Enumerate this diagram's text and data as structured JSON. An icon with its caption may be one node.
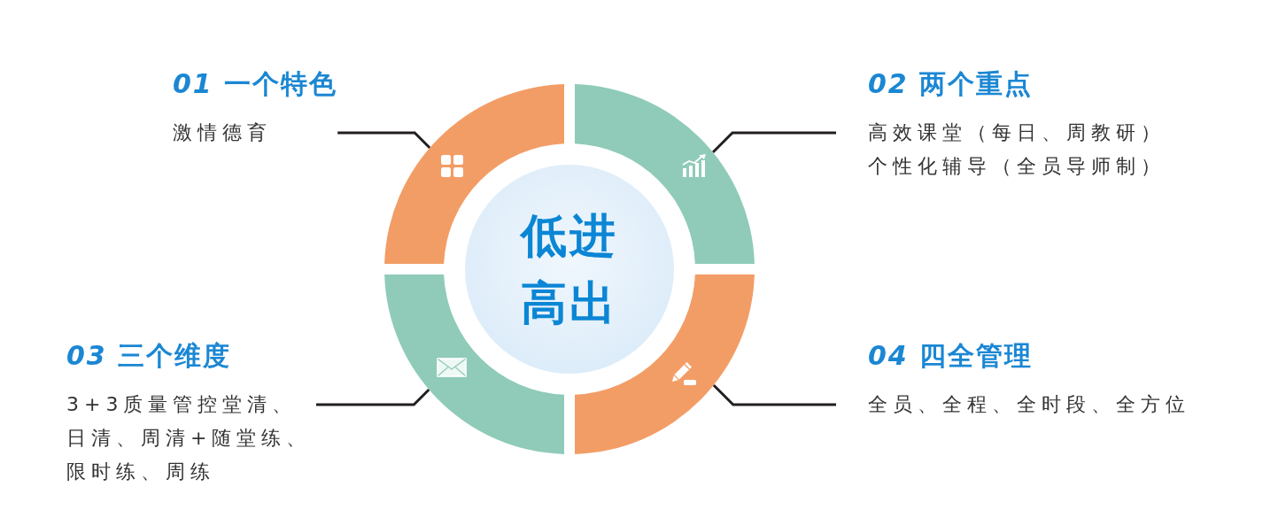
{
  "diagram": {
    "nodes": [
      {
        "text": [
          "低进高出"
        ]
      },
      {
        "text": [],
        "shape": "arc"
      },
      {
        "text": [],
        "shape": "arc"
      },
      {
        "text": [],
        "shape": "arc"
      },
      {
        "text": [],
        "shape": "arc"
      },
      {
        "text": [
          "*01* 一个特色",
          "激情德育"
        ]
      },
      {
        "text": [
          "*02* 两个重点",
          "高效课堂（每日、周教研）",
          "个性化辅导（全员导师制）"
        ]
      },
      {
        "text": [
          "*03* 三个维度",
          "3+3质量管控堂清、日清、周清+随堂练、限时练、周练"
        ]
      },
      {
        "text": [
          "*04* 四全管理",
          "全员、全程、全时段、全方位"
        ]
      }
    ],
    "edges": [
      {
        "from": 5,
        "to": 1,
        "arrow": "none"
      },
      {
        "from": 6,
        "to": 2,
        "arrow": "none"
      },
      {
        "from": 7,
        "to": 3,
        "arrow": "none"
      },
      {
        "from": 8,
        "to": 4,
        "arrow": "none"
      }
    ]
  }
}
